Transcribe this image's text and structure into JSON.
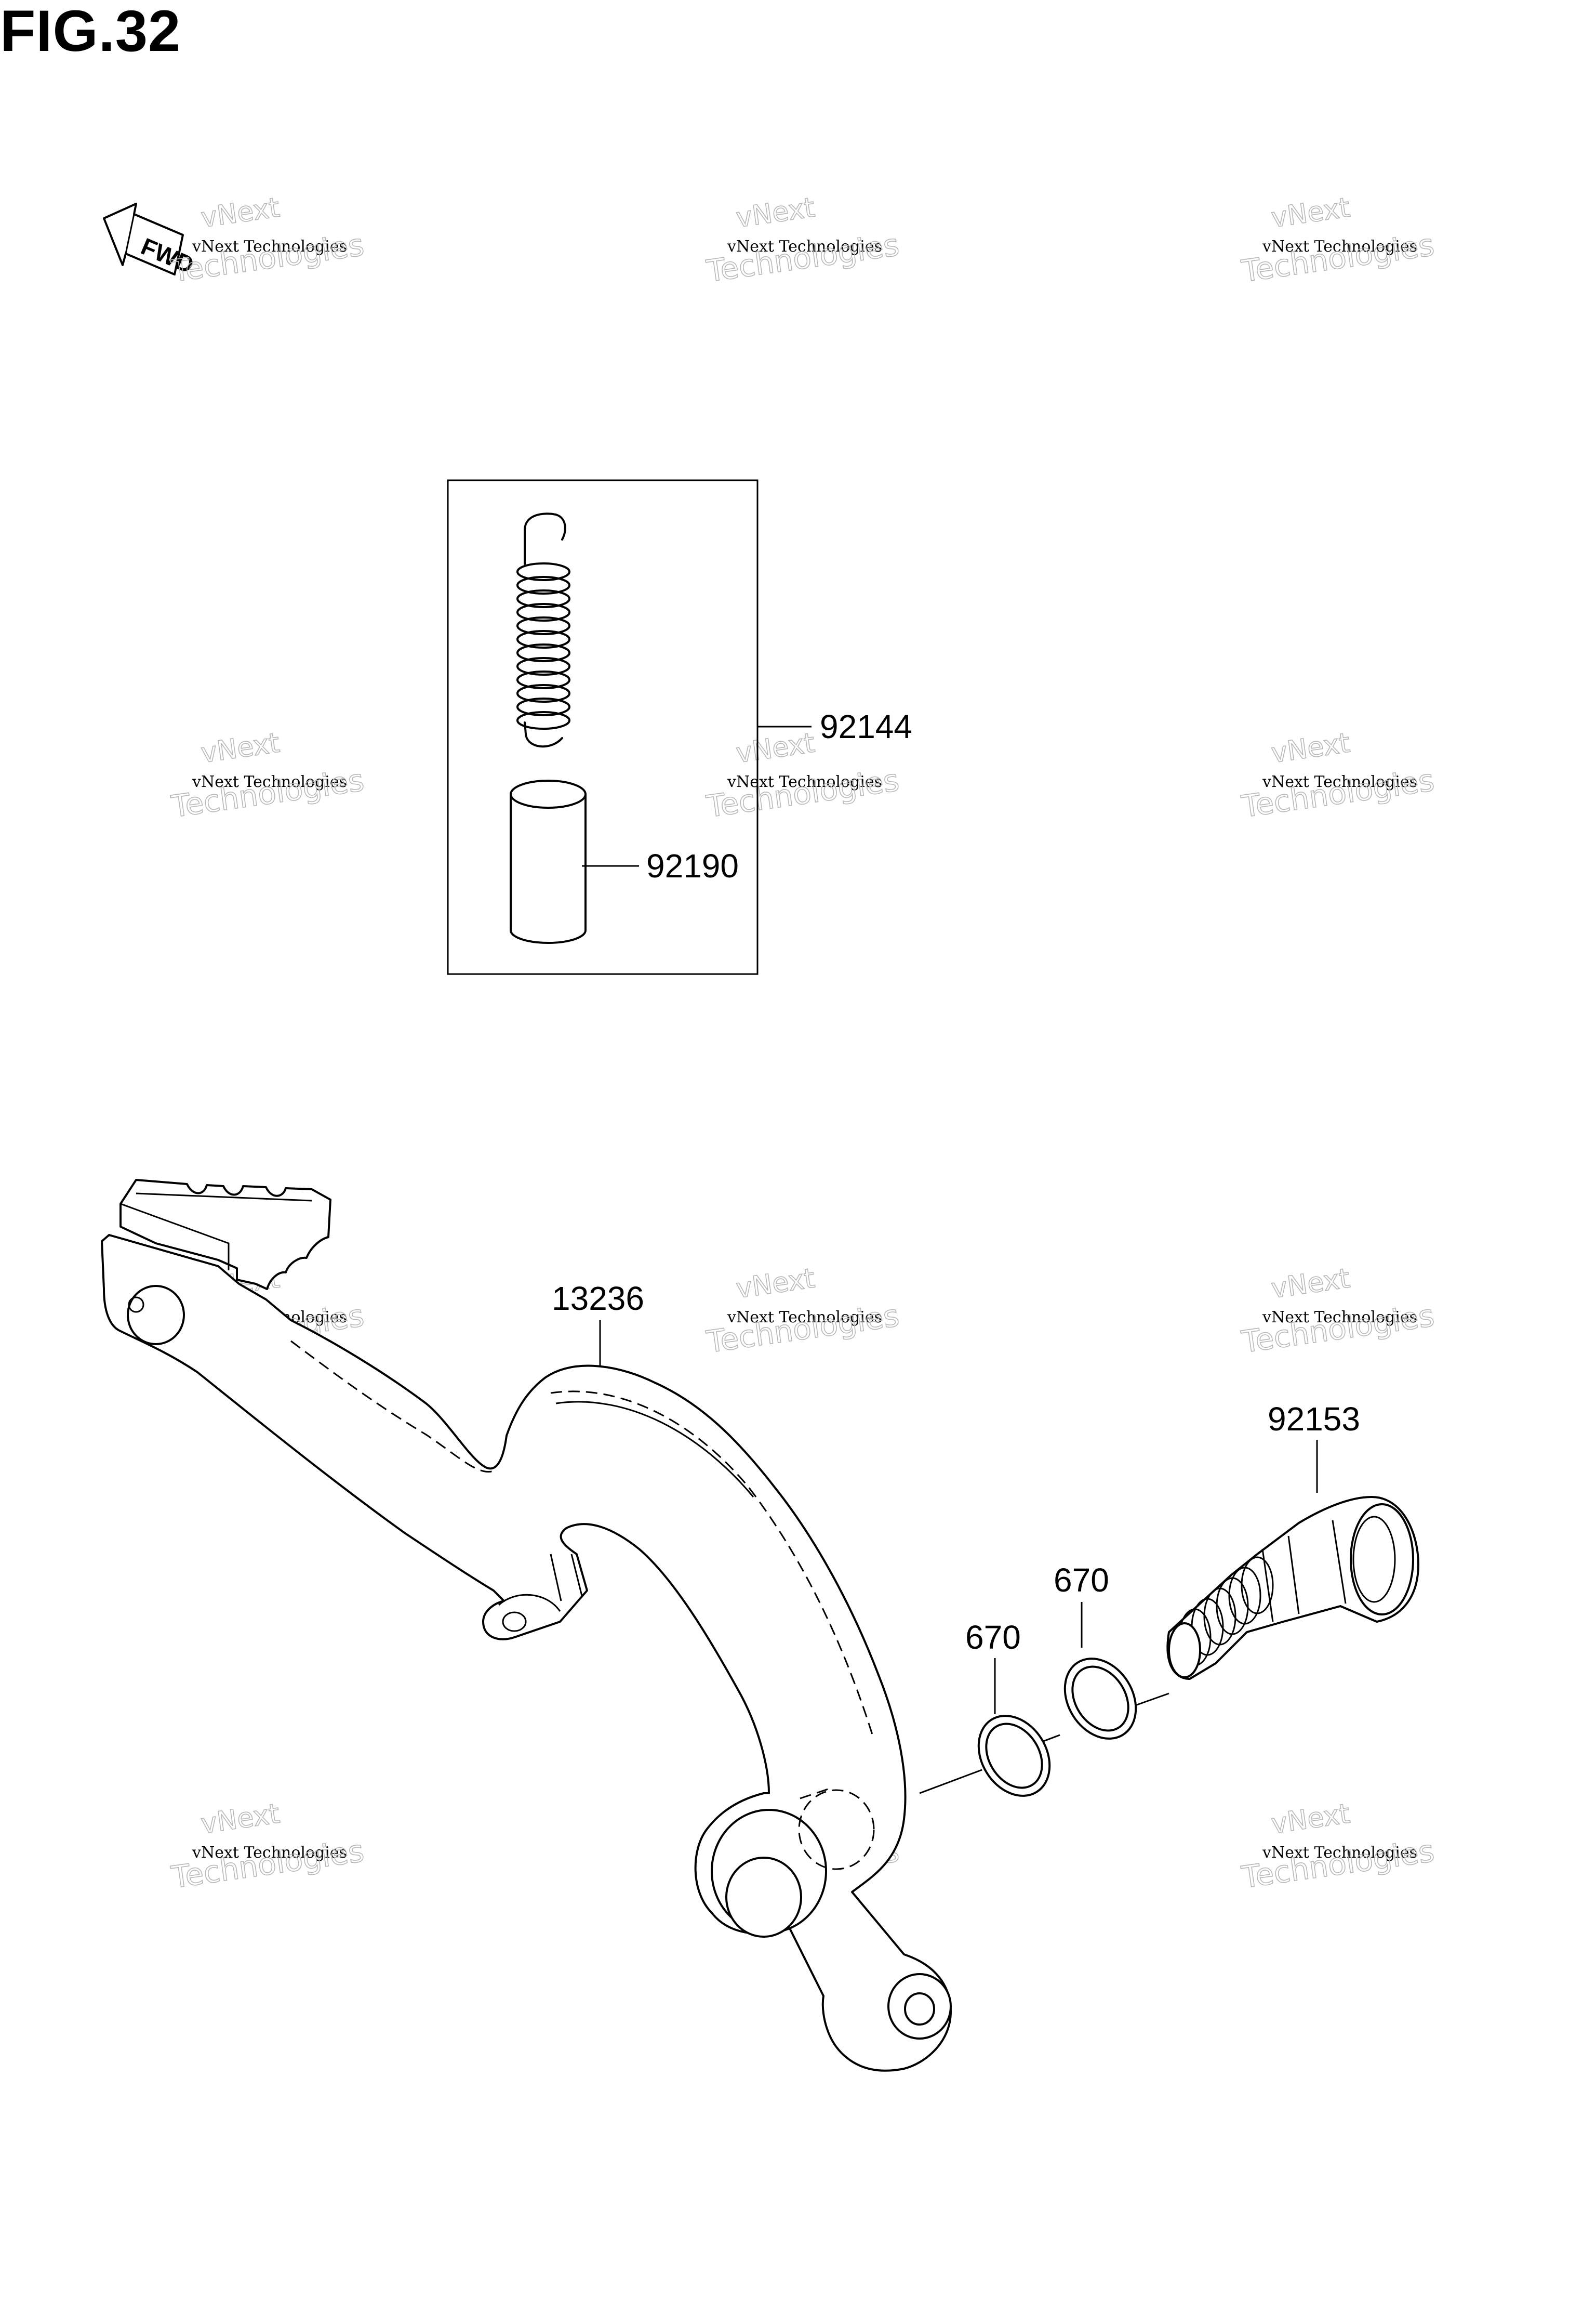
{
  "figure": {
    "title": "FIG.32",
    "direction_badge": {
      "label": "FWD",
      "icon": "fwd-arrow-icon"
    }
  },
  "kit_box": {
    "label": "92144"
  },
  "callouts": [
    {
      "id": "spring-kit",
      "label": "92144"
    },
    {
      "id": "collar",
      "label": "92190"
    },
    {
      "id": "brake-pedal",
      "label": "13236"
    },
    {
      "id": "pivot-bolt",
      "label": "92153"
    },
    {
      "id": "o-ring-outer",
      "label": "670"
    },
    {
      "id": "o-ring-inner",
      "label": "670"
    }
  ],
  "watermark": {
    "line1": "vNext Technologies",
    "line2": "Technologies",
    "outline": "vNext"
  },
  "colors": {
    "line": "#000000",
    "background": "#ffffff",
    "watermark_outline": "#b8b8b8"
  }
}
